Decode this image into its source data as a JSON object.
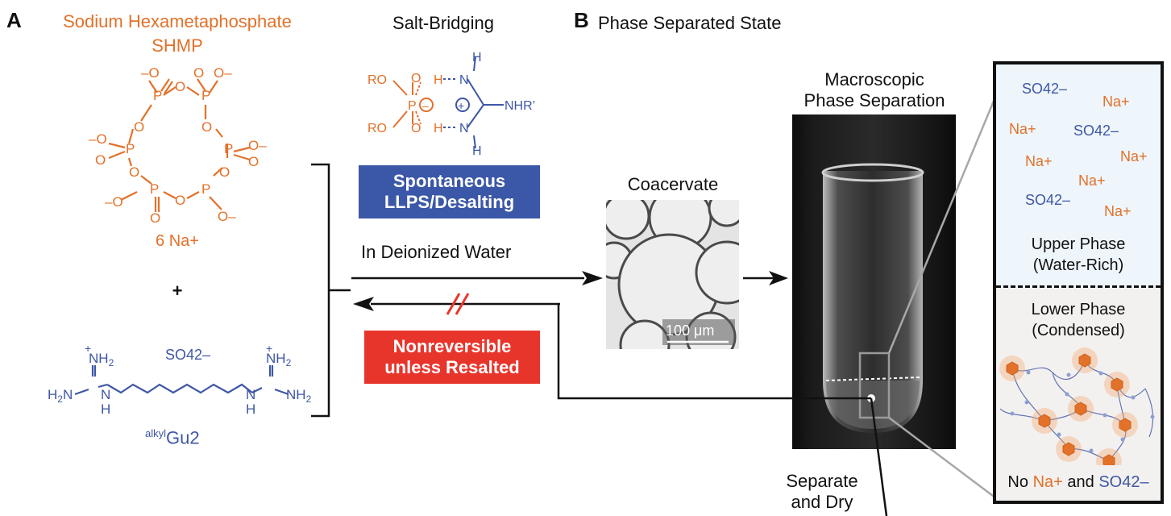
{
  "panelA": {
    "label": "A",
    "shmp_name": "Sodium Hexametaphosphate",
    "shmp_abbr": "SHMP",
    "shmp_counterion": "6 Na+",
    "plus": "+",
    "gu_sulfate": "SO42–",
    "gu_name_super": "alkyl",
    "gu_name": "Gu2",
    "salt_bridging_title": "Salt-Bridging",
    "llps_box": "Spontaneous LLPS/Desalting",
    "deionized_label": "In Deionized Water",
    "nonreversible_box": "Nonreversible unless Resalted",
    "coacervate_title": "Coacervate",
    "scale_bar": "100 μm"
  },
  "panelB": {
    "label": "B",
    "title": "Phase Separated State",
    "macro_title_line1": "Macroscopic",
    "macro_title_line2": "Phase Separation",
    "separate_line1": "Separate",
    "separate_line2": "and Dry",
    "upper_phase_line1": "Upper Phase",
    "upper_phase_line2": "(Water-Rich)",
    "lower_phase_line1": "Lower Phase",
    "lower_phase_line2": "(Condensed)",
    "footer_no": "No",
    "footer_na": "Na+",
    "footer_and": "and",
    "footer_so4": "SO42–"
  },
  "ions": {
    "na": "Na+",
    "so4": "SO42–"
  },
  "colors": {
    "orange": "#e2712a",
    "blue": "#3f56a6",
    "llps_box": "#3b57a7",
    "nonreversible_box": "#e8352c",
    "upper_phase_bg": "#eef5fb",
    "lower_phase_bg": "#f3f1ef"
  }
}
